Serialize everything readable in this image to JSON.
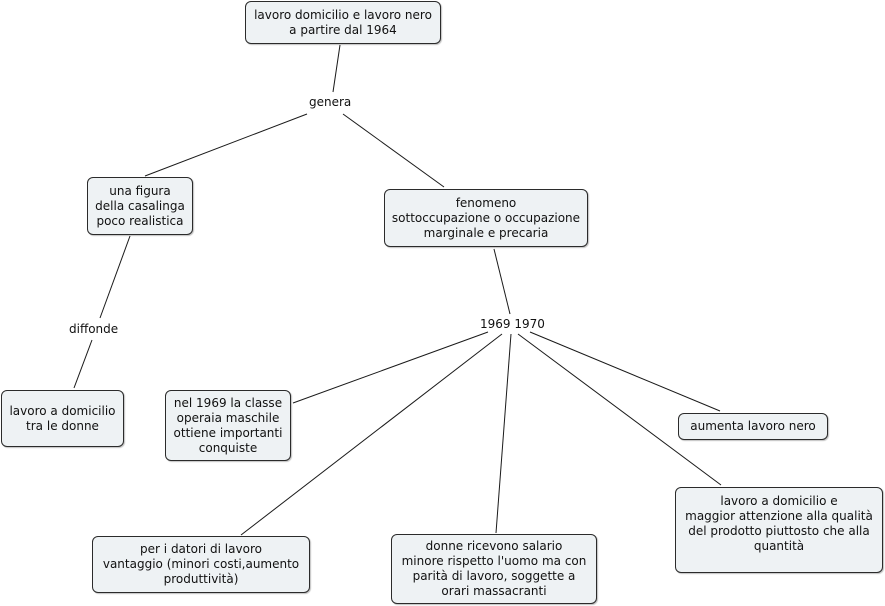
{
  "nodes": {
    "root": "lavoro domicilio e lavoro nero\na partire dal 1964",
    "figura": "una figura\ndella casalinga\npoco realistica",
    "fenomeno": "fenomeno\nsottoccupazione o occupazione\nmarginale e precaria",
    "lavoro_domicilio_donne": "lavoro a domicilio\ntra le donne",
    "classe_operaia": "nel 1969 la classe\noperaia maschile\nottiene importanti\nconquiste",
    "aumenta_nero": "aumenta lavoro nero",
    "qualita": "lavoro a domicilio e\nmaggior attenzione alla qualità\ndel prodotto piuttosto che alla\nquantità",
    "datori": "per i datori di lavoro\nvantaggio (minori costi,aumento\nproduttività)",
    "donne_salario": "donne ricevono salario\nminore rispetto l'uomo ma con\nparità di lavoro, soggette a\norari massacranti"
  },
  "labels": {
    "genera": "genera",
    "diffonde": "diffonde",
    "anni": "1969 1970"
  },
  "colors": {
    "node_fill": "#eef2f4",
    "node_border": "#2b2b2b",
    "edge": "#1a1a1a"
  }
}
